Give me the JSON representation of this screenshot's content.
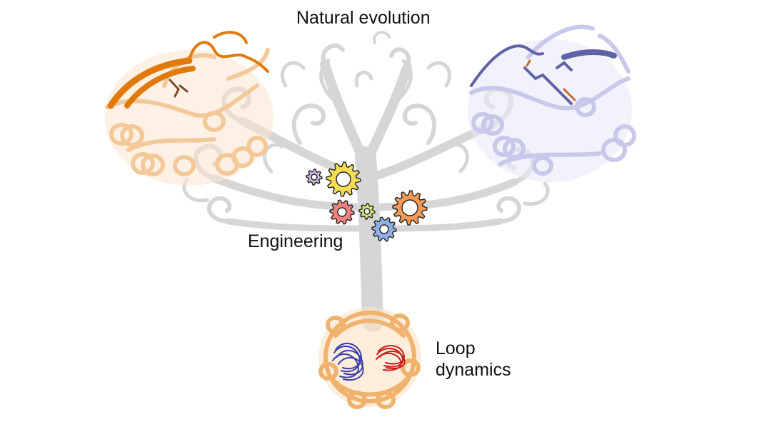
{
  "labels": {
    "title": "Natural evolution",
    "engineering": "Engineering",
    "loop_line1": "Loop",
    "loop_line2": "dynamics"
  },
  "colors": {
    "tree": "#d6d6d6",
    "protein_left": "#f3c99a",
    "protein_left_highlight": "#e07a0c",
    "protein_right": "#c7c8ea",
    "protein_right_highlight": "#5f63a6",
    "protein_bottom": "#f0b26c",
    "loop_blue": "#3b3fa8",
    "loop_red": "#c81e1e",
    "gear_purple": "#c9b6e4",
    "gear_yellow": "#f7dc55",
    "gear_red": "#f08080",
    "gear_lime": "#d6ea7a",
    "gear_orange": "#f59a55",
    "gear_blue": "#8fb0e0"
  },
  "icons": [
    "evolution-tree-icon",
    "protein-structure-icon",
    "gear-icon"
  ]
}
